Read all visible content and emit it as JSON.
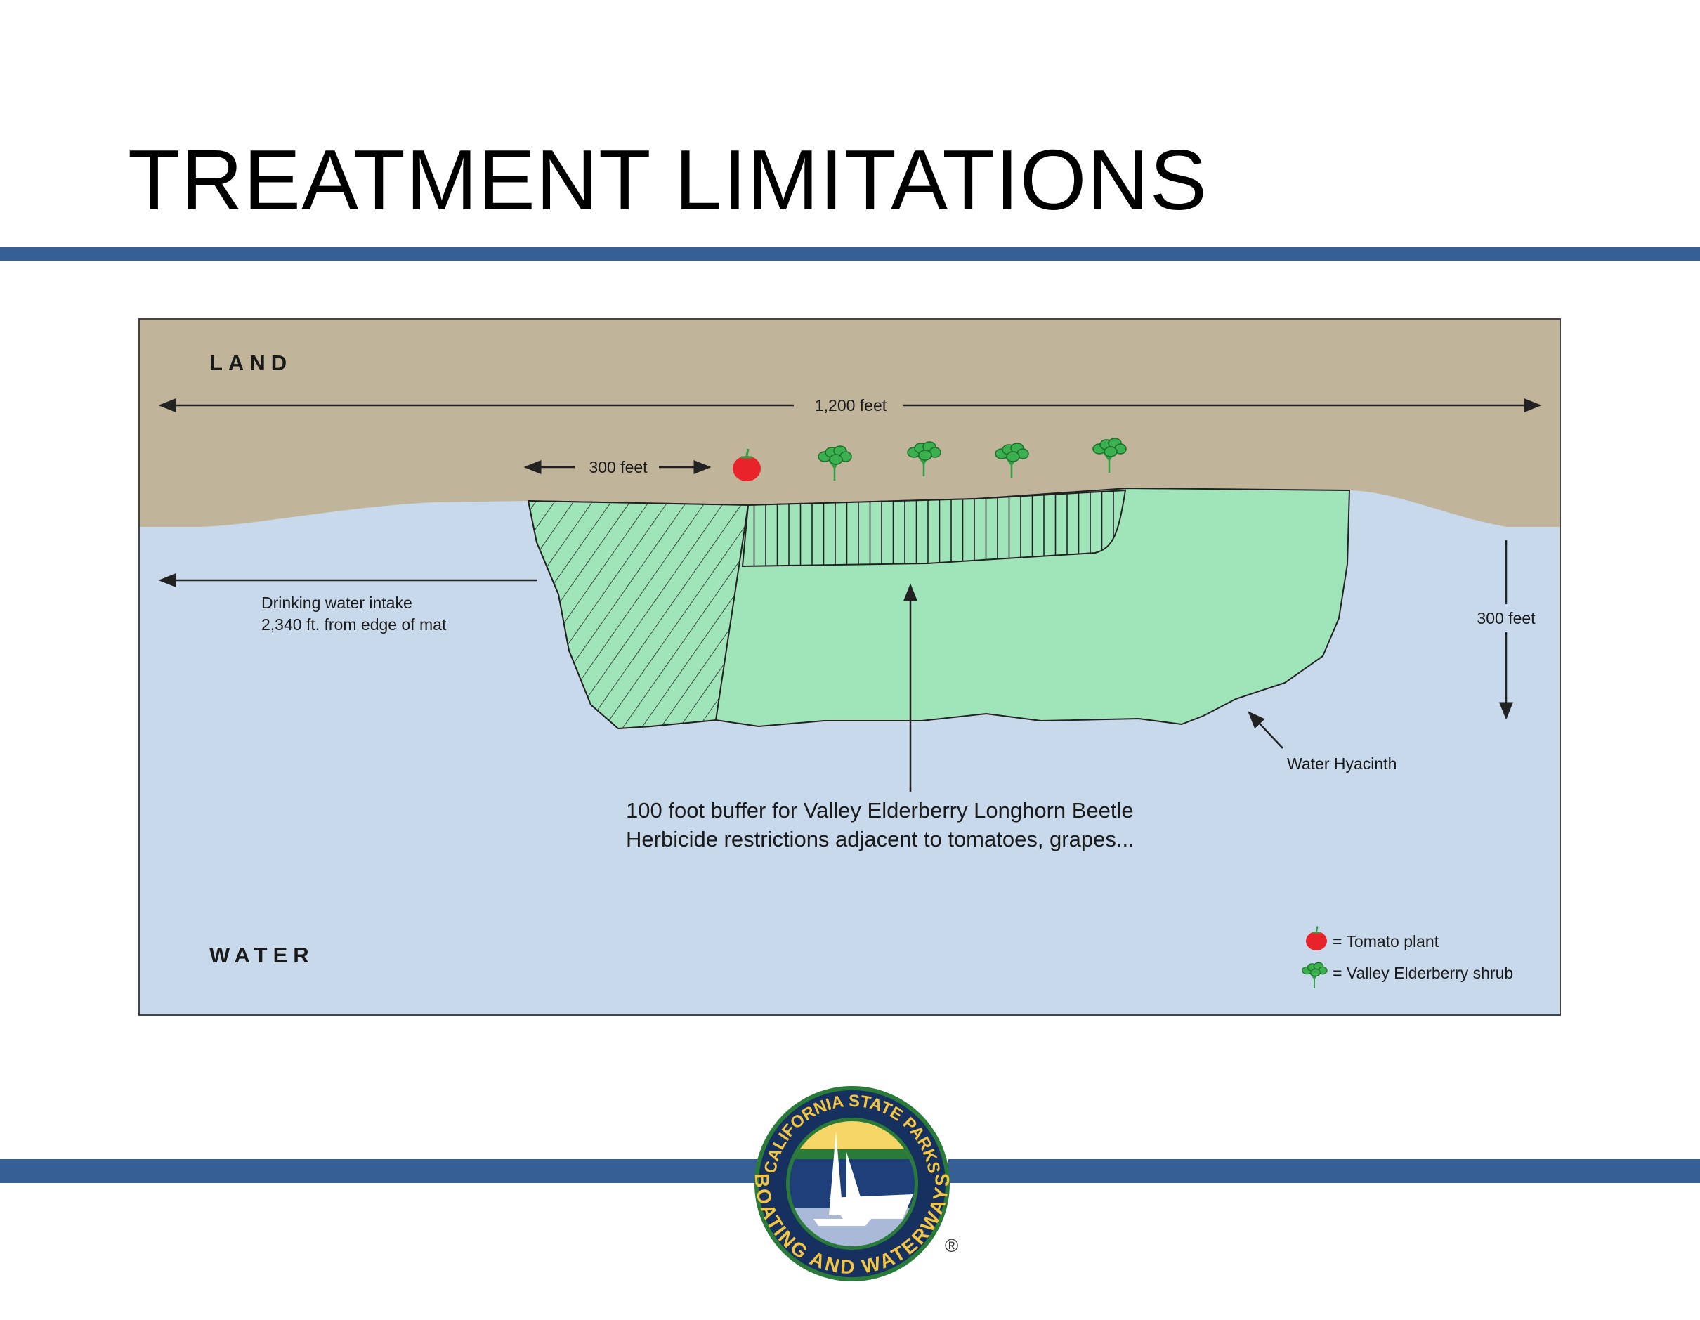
{
  "title": "TREATMENT LIMITATIONS",
  "colors": {
    "accent_bar": "#355f95",
    "land": "#c0b49a",
    "water": "#c8d9ec",
    "mat": "#a0e4ba",
    "tomato": "#e8232a",
    "shrub": "#2f9e44"
  },
  "diagram": {
    "land_label": "LAND",
    "water_label": "WATER",
    "width_label": "1,200 feet",
    "buffer_label": "300 feet",
    "depth_label": "300 feet",
    "intake_line1": "Drinking water intake",
    "intake_line2": "2,340 ft. from edge of mat",
    "note_line1": "100 foot buffer for Valley Elderberry Longhorn Beetle",
    "note_line2": "Herbicide restrictions adjacent to tomatoes, grapes...",
    "hyacinth_label": "Water Hyacinth",
    "legend": [
      {
        "icon": "tomato-icon",
        "label": "= Tomato plant"
      },
      {
        "icon": "elderberry-shrub-icon",
        "label": "= Valley Elderberry shrub"
      }
    ]
  },
  "logo": {
    "text_top": "CALIFORNIA STATE PARKS",
    "text_bottom": "BOATING AND WATERWAYS",
    "registered": "®"
  }
}
